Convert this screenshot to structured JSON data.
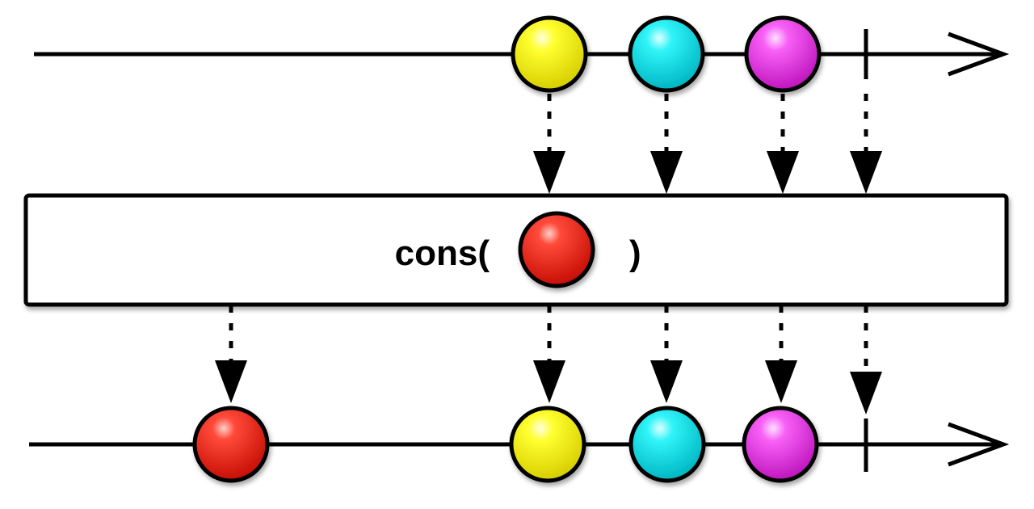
{
  "operator": {
    "label_prefix": "cons(",
    "label_suffix": ")",
    "argument_color": "red"
  },
  "colors": {
    "red": "#e8140e",
    "yellow": "#f5f000",
    "cyan": "#15e0e6",
    "magenta": "#e83ee6",
    "line": "#000000"
  },
  "input_stream": {
    "items": [
      {
        "color": "yellow"
      },
      {
        "color": "cyan"
      },
      {
        "color": "magenta"
      }
    ],
    "completes": true
  },
  "output_stream": {
    "items": [
      {
        "color": "red"
      },
      {
        "color": "yellow"
      },
      {
        "color": "cyan"
      },
      {
        "color": "magenta"
      }
    ],
    "completes": true
  }
}
